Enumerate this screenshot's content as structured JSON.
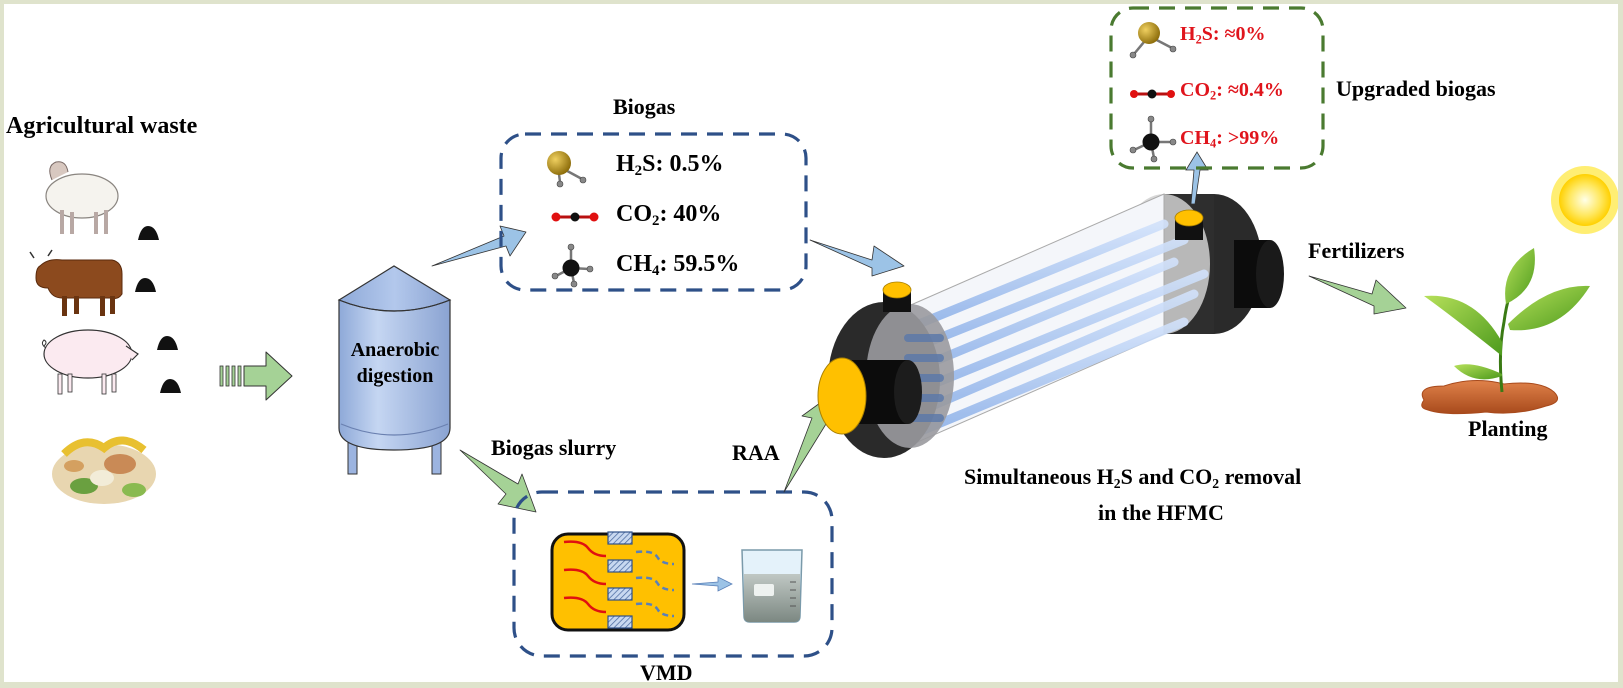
{
  "colors": {
    "frame": "#dfe3cc",
    "biogas_box_border": "#2e5088",
    "upgraded_box_border": "#4a7a30",
    "arrow_blue": "#9cc3e6",
    "arrow_green": "#a5d296",
    "red_text": "#e0141c",
    "tank_fill": "#aec3e8",
    "vmd_fill": "#ffc000",
    "hfmc_port": "#ffc000"
  },
  "labels": {
    "agricultural_waste": "Agricultural waste",
    "anaerobic_line1": "Anaerobic",
    "anaerobic_line2": "digestion",
    "biogas": "Biogas",
    "biogas_slurry": "Biogas slurry",
    "raa": "RAA",
    "vmd": "VMD",
    "hfmc_line1_pre": "Simultaneous H",
    "hfmc_line1_sub1": "2",
    "hfmc_line1_mid": "S and CO",
    "hfmc_line1_sub2": "2",
    "hfmc_line1_post": " removal",
    "hfmc_line2": "in the HFMC",
    "upgraded_biogas": "Upgraded biogas",
    "fertilizers": "Fertilizers",
    "planting": "Planting"
  },
  "biogas": [
    {
      "molecule": "h2s-molecule-icon",
      "formula": "H",
      "sub": "2",
      "tail": "S",
      "value": ": 0.5%"
    },
    {
      "molecule": "co2-molecule-icon",
      "formula": "CO",
      "sub": "2",
      "tail": "",
      "value": ": 40%"
    },
    {
      "molecule": "ch4-molecule-icon",
      "formula": "CH",
      "sub": "4",
      "tail": "",
      "value": ": 59.5%"
    }
  ],
  "upgraded": [
    {
      "molecule": "h2s-molecule-icon",
      "formula": "H",
      "sub": "2",
      "tail": "S",
      "value": ": ≈0%"
    },
    {
      "molecule": "co2-molecule-icon",
      "formula": "CO",
      "sub": "2",
      "tail": "",
      "value": ": ≈0.4%"
    },
    {
      "molecule": "ch4-molecule-icon",
      "formula": "CH",
      "sub": "4",
      "tail": "",
      "value": ": >99%"
    }
  ],
  "icons": {
    "waste_sources": [
      "sheep-icon",
      "cow-icon",
      "pig-icon",
      "food-waste-icon"
    ],
    "manure": "manure-icon",
    "digester": "digester-tank-icon",
    "vmd_module": "vmd-module-icon",
    "beaker": "beaker-icon",
    "hfmc": "hollow-fiber-membrane-contactor-icon",
    "sun": "sun-icon",
    "plant": "plant-seedling-icon"
  }
}
